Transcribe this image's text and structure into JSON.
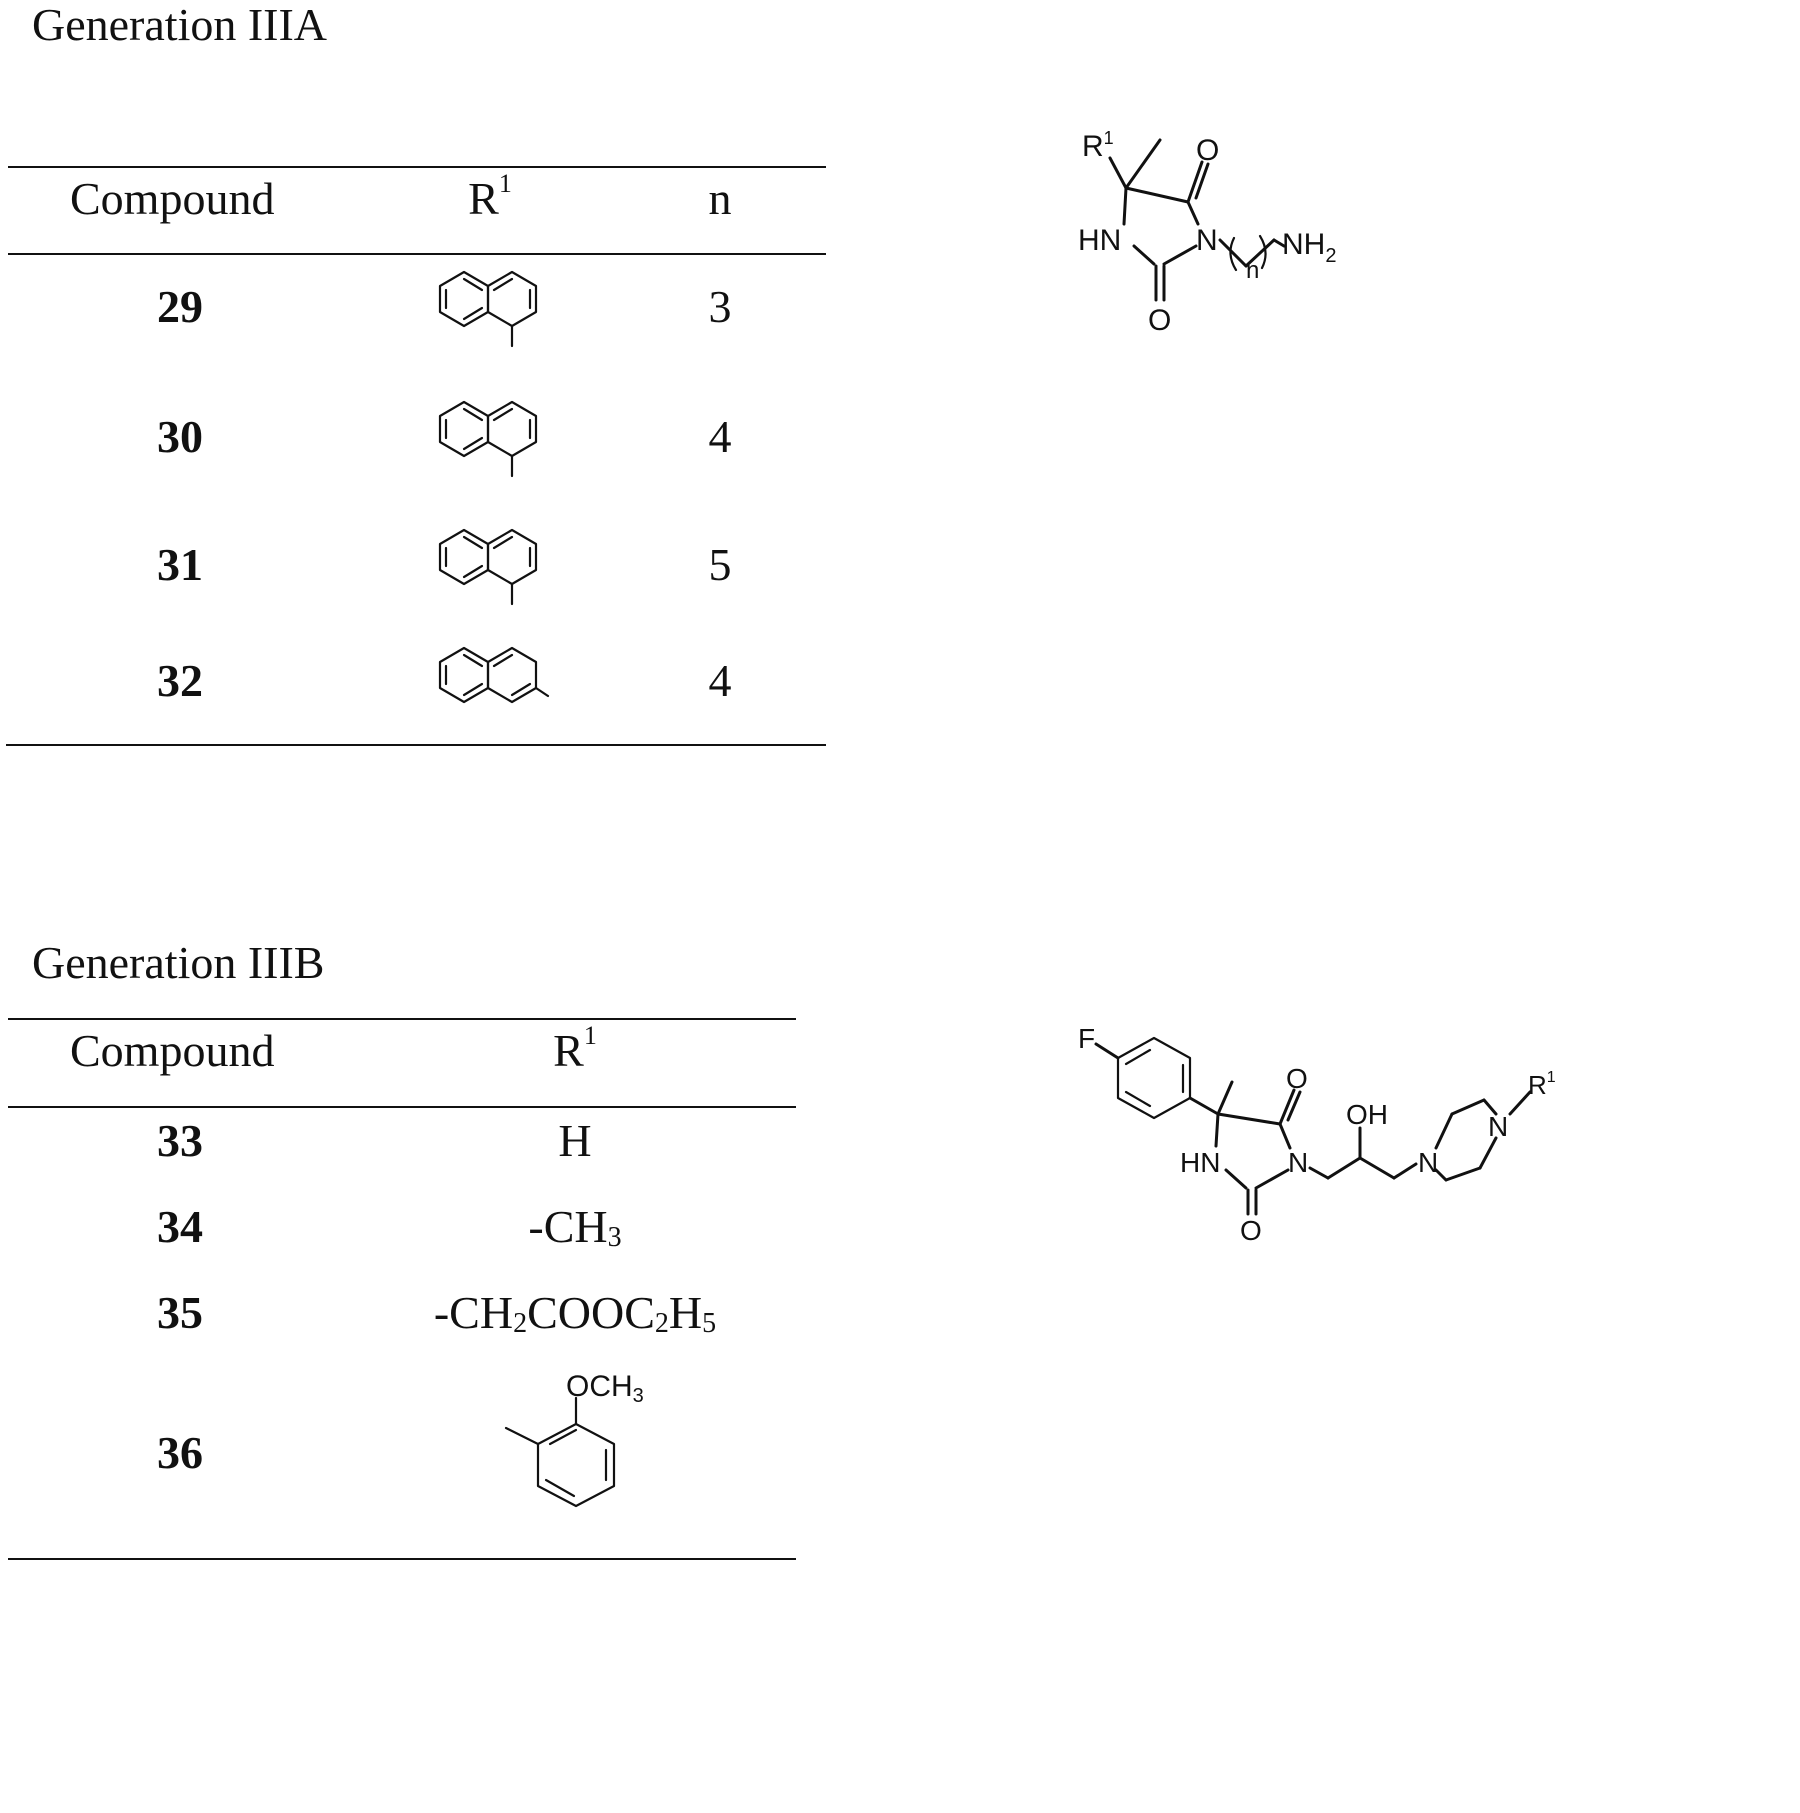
{
  "gen_a": {
    "title": "Generation IIIA",
    "header": {
      "compound": "Compound",
      "r_base": "R",
      "r_sup": "1",
      "n": "n"
    },
    "rows": [
      {
        "compound": "29",
        "r1": "naphthalen-1-yl-structure",
        "n": "3"
      },
      {
        "compound": "30",
        "r1": "naphthalen-1-yl-structure",
        "n": "4"
      },
      {
        "compound": "31",
        "r1": "naphthalen-1-yl-structure",
        "n": "5"
      },
      {
        "compound": "32",
        "r1": "naphthalen-2-yl-structure",
        "n": "4"
      }
    ],
    "scaffold": {
      "r_label": "R",
      "r_sup": "1",
      "o_top": "O",
      "o_bottom": "O",
      "hn": "HN",
      "n": "N",
      "n_sub": "n",
      "nh": "NH",
      "nh_sub": "2"
    }
  },
  "gen_b": {
    "title": "Generation IIIB",
    "header": {
      "compound": "Compound",
      "r_base": "R",
      "r_sup": "1"
    },
    "rows": [
      {
        "compound": "33",
        "r1": "H"
      },
      {
        "compound": "34",
        "r1_parts": [
          "-CH",
          "3",
          ""
        ]
      },
      {
        "compound": "35",
        "r1_parts": [
          "-CH",
          "2",
          "COOC",
          "2",
          "H",
          "5"
        ]
      },
      {
        "compound": "36",
        "r1": "2-methoxyphenyl-structure",
        "r1_label": "OCH",
        "r1_label_sub": "3"
      }
    ],
    "scaffold": {
      "f": "F",
      "o_top": "O",
      "o_bottom": "O",
      "hn": "HN",
      "n_imide": "N",
      "oh": "OH",
      "n_pip_left": "N",
      "n_pip_right": "N",
      "r_label": "R",
      "r_sup": "1"
    }
  }
}
